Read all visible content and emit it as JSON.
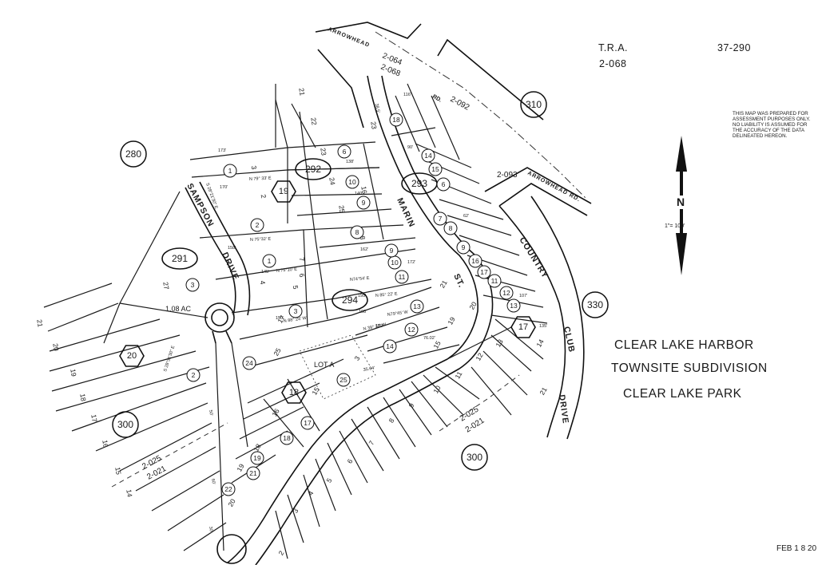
{
  "header": {
    "tra_label": "T.R.A.",
    "tra_value": "2-068",
    "map_ref": "37-290"
  },
  "disclaimer": [
    "THIS MAP WAS PREPARED FOR",
    "ASSESSMENT PURPOSES ONLY.",
    "NO LIABILITY IS ASSUMED FOR",
    "THE ACCURACY OF THE DATA",
    "DELINEATED HEREON."
  ],
  "north_arrow": {
    "letter": "N",
    "scale": "1\"= 100'"
  },
  "subdivision": {
    "line1": "CLEAR LAKE HARBOR",
    "line2": "TOWNSITE SUBDIVISION",
    "line3": "CLEAR LAKE PARK"
  },
  "date_stamp": "FEB 1 8 20",
  "streets": {
    "arrowhead_top": "ARROWHEAD",
    "arrowhead_rd_suffix": "RD.",
    "arrowhead_right": "ARROWHEAD RD.",
    "sampson": "SAMPSON",
    "drive": "DRIVE",
    "marin": "MARIN",
    "st": "ST.",
    "country": "COUNTRY",
    "club": "CLUB",
    "drive_right": "DRIVE"
  },
  "tra_codes": {
    "a": "2-064",
    "b": "2-068",
    "c": "2-092",
    "d": "2-093",
    "e1": "2-025",
    "e2": "2-021",
    "f1": "2-025",
    "f2": "2-021"
  },
  "book_pages_circle": [
    "280",
    "310",
    "330",
    "300",
    "300"
  ],
  "book_pages_oval": [
    "292",
    "293",
    "291",
    "294"
  ],
  "hexagon_blocks": [
    "19",
    "20",
    "18",
    "17"
  ],
  "acreage": "1.08 AC",
  "lot_a": "LOT A",
  "bearings": [
    "N 79° 33' E",
    "N 75°32' E",
    "N 75°10' E",
    "N74°54' E",
    "N 85° 22' E",
    "N79°45' W",
    "N 39° 38' W",
    "N 88° 24' W",
    "S 28°31'30\" E",
    "S 28°21'30\" E"
  ],
  "dimensions": [
    "173'",
    "170'",
    "158'",
    "145'",
    "150'",
    "138'",
    "140'",
    "162'",
    "172'",
    "195'",
    "198'",
    "139'",
    "76.02'",
    "135'",
    "107'",
    "116'",
    "90'",
    "62'",
    "38.5'",
    "35.64'",
    "50'",
    "60'",
    "30'"
  ],
  "parcels": {
    "circled": [
      "1",
      "2",
      "3",
      "6",
      "10",
      "9",
      "8",
      "18",
      "14",
      "15",
      "6",
      "7",
      "8",
      "9",
      "16",
      "17",
      "11",
      "12",
      "13",
      "13",
      "14",
      "12",
      "10",
      "9",
      "11",
      "1",
      "3",
      "24",
      "2",
      "17",
      "18",
      "19",
      "21",
      "22",
      "25"
    ],
    "plain": [
      "21",
      "22",
      "23",
      "24",
      "25",
      "23",
      "3",
      "2",
      "4",
      "5",
      "6",
      "7",
      "8",
      "27",
      "21",
      "20",
      "19",
      "18",
      "17",
      "16",
      "15",
      "14",
      "2",
      "3",
      "4",
      "5",
      "6",
      "7",
      "8",
      "9",
      "10",
      "11",
      "12",
      "13",
      "14",
      "15",
      "16",
      "18",
      "19",
      "20",
      "21",
      "25",
      "3",
      "15",
      "16",
      "17",
      "19",
      "20",
      "21"
    ]
  }
}
